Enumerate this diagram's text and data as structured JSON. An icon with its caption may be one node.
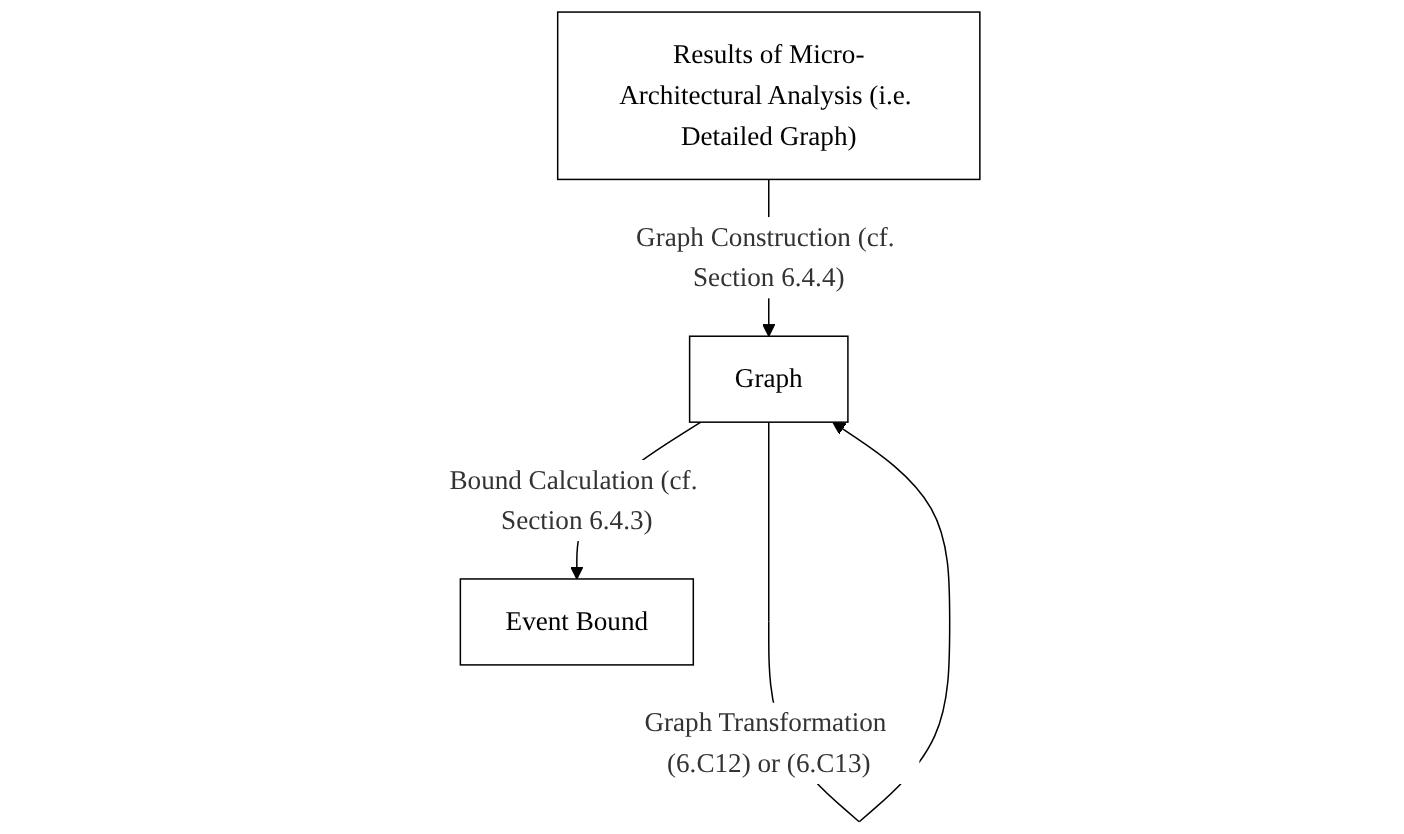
{
  "diagram": {
    "nodes": [
      {
        "text": [
          "Results of Micro-Architectural Analysis (i.e. Detailed Graph)"
        ]
      },
      {
        "text": [
          "Graph"
        ]
      },
      {
        "text": [
          "Event Bound"
        ]
      }
    ],
    "edges": [
      {
        "from": 0,
        "to": 1,
        "arrow": "to",
        "label": "Graph Construction (cf. Section 6.4.4)"
      },
      {
        "from": 1,
        "to": 1,
        "arrow": "to",
        "label": "Graph Transformation (6.C12) or (6.C13)"
      },
      {
        "from": 1,
        "to": 2,
        "arrow": "to",
        "label": "Bound Calculation (cf. Section 6.4.3)"
      }
    ]
  }
}
